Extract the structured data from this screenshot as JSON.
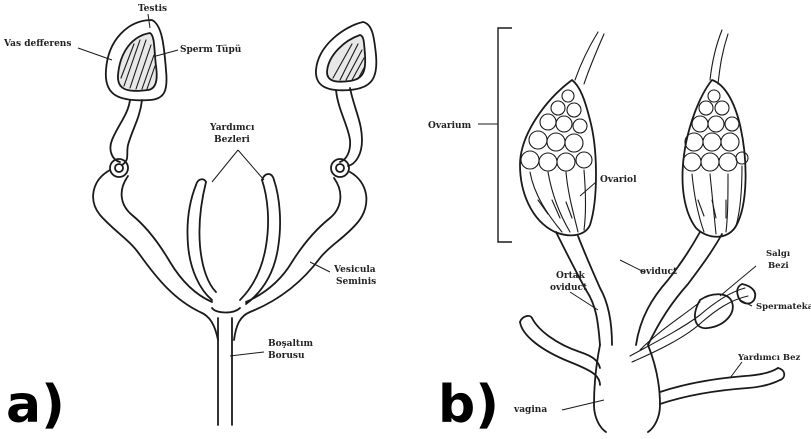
{
  "panels": {
    "a": {
      "label": "a)",
      "labels": {
        "testis": "Testis",
        "vas_deferens": "Vas defferens",
        "sperm_tube": "Sperm Tüpü",
        "accessory_glands_1": "Yardımcı",
        "accessory_glands_2": "Bezleri",
        "vesicula_1": "Vesicula",
        "vesicula_2": "Seminis",
        "ejaculatory_1": "Boşaltım",
        "ejaculatory_2": "Borusu"
      }
    },
    "b": {
      "label": "b)",
      "labels": {
        "ovarium": "Ovarium",
        "ovariole": "Ovariol",
        "oviduct": "oviduct",
        "common_oviduct_1": "Ortak",
        "common_oviduct_2": "oviduct",
        "gland_1": "Salgı",
        "gland_2": "Bezi",
        "spermatheca": "Spermateka",
        "accessory_gland": "Yardımcı Bez",
        "vagina": "vagina"
      }
    }
  }
}
